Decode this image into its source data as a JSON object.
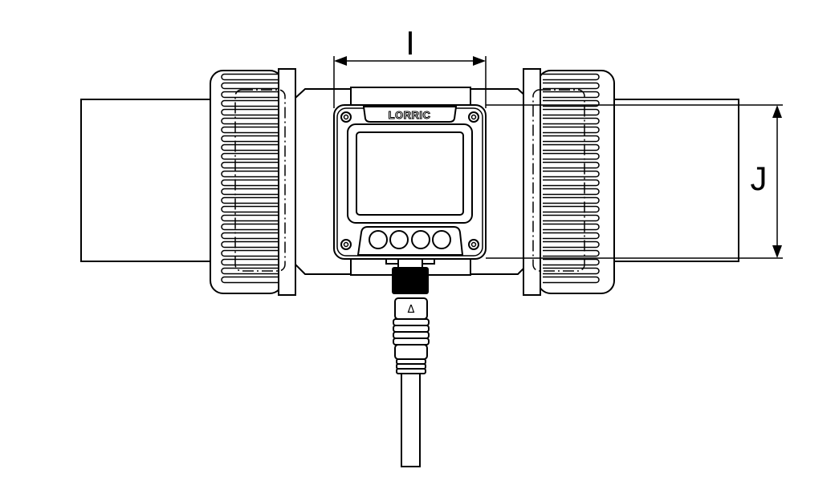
{
  "diagram": {
    "brand_logo": "LORRIC",
    "dimension_labels": {
      "width": "I",
      "height": "J"
    },
    "button_count": 4,
    "connector_marker": "Δ"
  }
}
